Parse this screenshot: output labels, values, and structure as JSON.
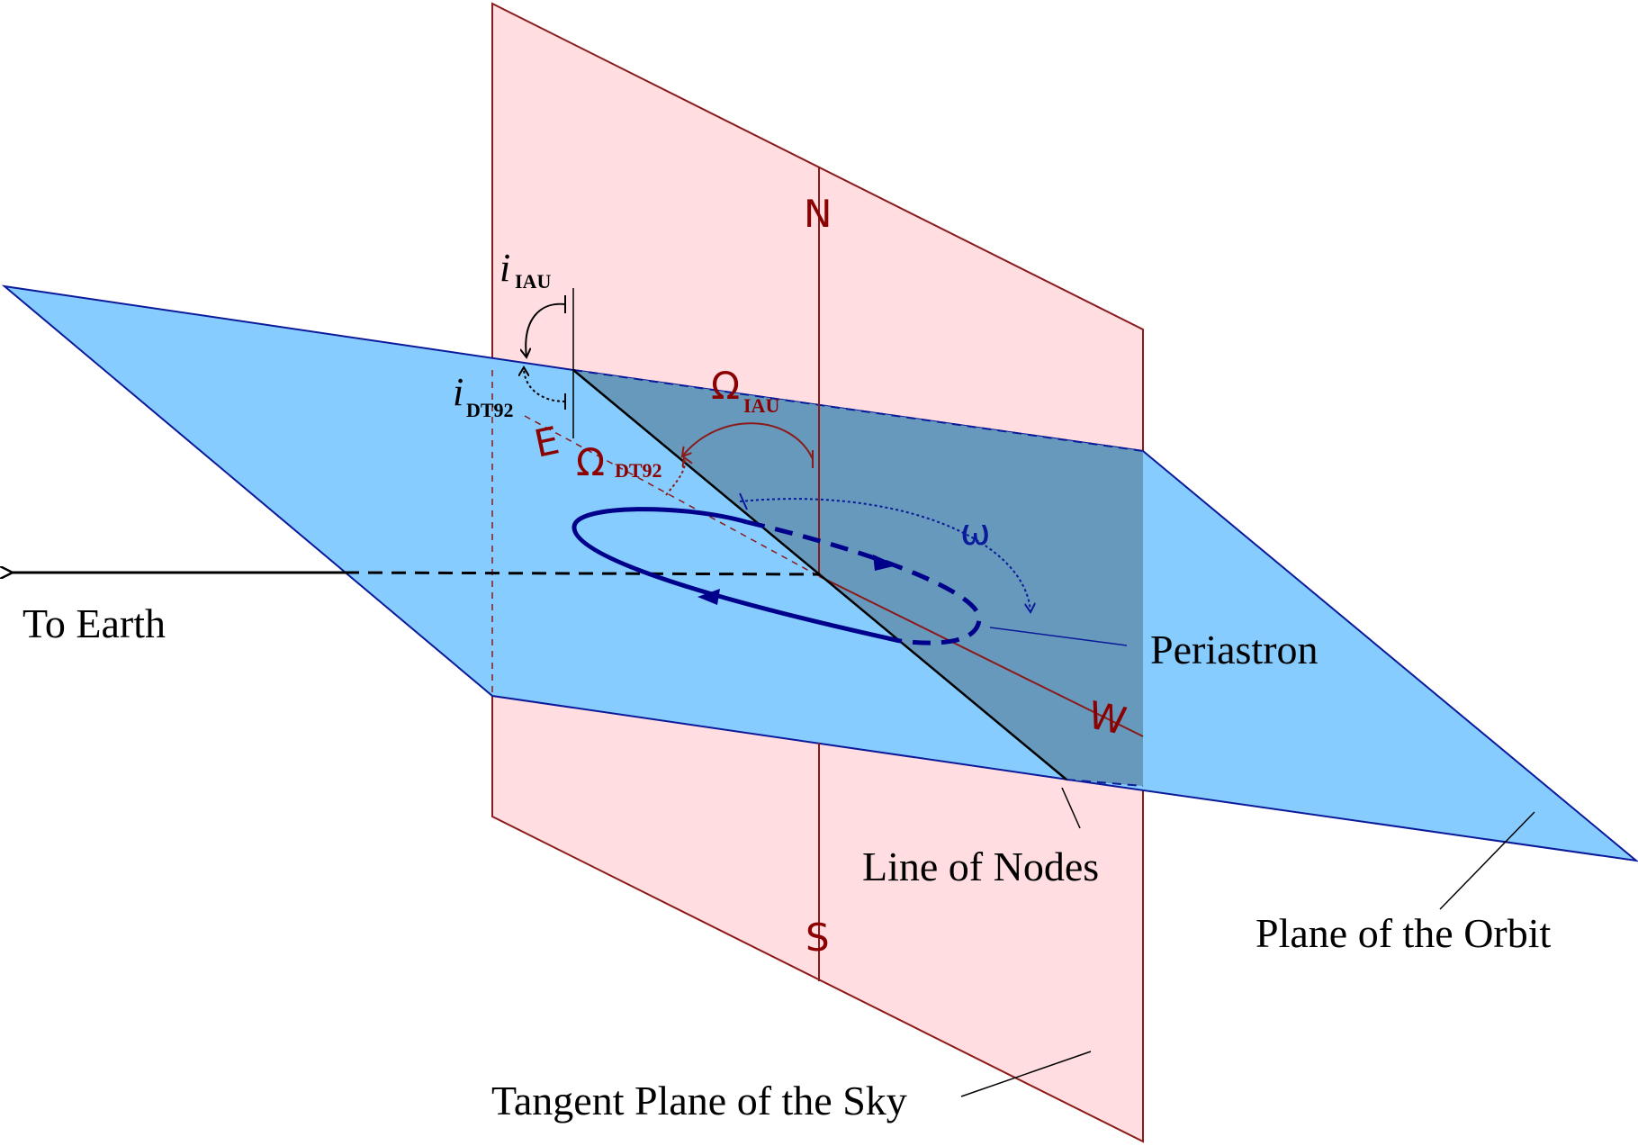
{
  "labels": {
    "to_earth": "To Earth",
    "periastron": "Periastron",
    "line_of_nodes": "Line of Nodes",
    "plane_of_orbit": "Plane of the Orbit",
    "tangent_plane": "Tangent Plane of the Sky",
    "north": "N",
    "south": "S",
    "east": "E",
    "west": "W",
    "inclination_symbol": "i",
    "inclination_iau_sub": "IAU",
    "inclination_dt92_sub": "DT92",
    "node_symbol": "Ω",
    "node_iau_sub": "IAU",
    "node_dt92_sub": "DT92",
    "periastron_arg_symbol": "ω"
  },
  "colors": {
    "sky_plane_fill": "#ffdde0",
    "sky_plane_edge": "#8b1a1a",
    "orbit_plane_fill": "#87ccff",
    "orbit_plane_shaded": "#6699bb",
    "orbit_plane_edge": "#0a1a9a",
    "orbit_path": "#00008b",
    "direction_text": "#8b0000"
  }
}
